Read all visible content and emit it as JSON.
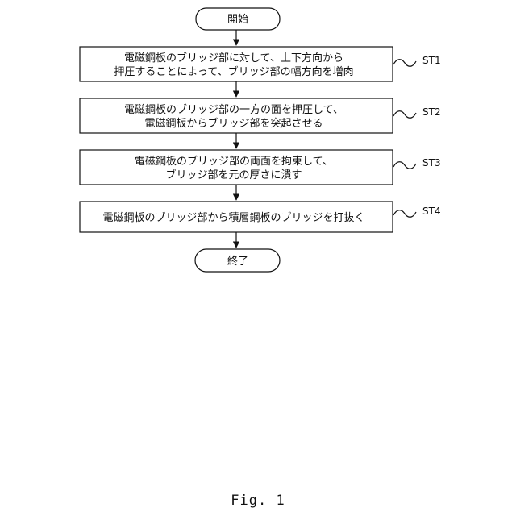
{
  "flowchart": {
    "start": "開始",
    "end": "終了",
    "steps": [
      {
        "id": "ST1",
        "lines": [
          "電磁鋼板のブリッジ部に対して、上下方向から",
          "押圧することによって、ブリッジ部の幅方向を増肉"
        ]
      },
      {
        "id": "ST2",
        "lines": [
          "電磁鋼板のブリッジ部の一方の面を押圧して、",
          "電磁鋼板からブリッジ部を突起させる"
        ]
      },
      {
        "id": "ST3",
        "lines": [
          "電磁鋼板のブリッジ部の両面を拘束して、",
          "ブリッジ部を元の厚さに潰す"
        ]
      },
      {
        "id": "ST4",
        "lines": [
          "電磁鋼板のブリッジ部から積層鋼板のブリッジを打抜く"
        ]
      }
    ]
  },
  "figure_label": "Fig. 1"
}
